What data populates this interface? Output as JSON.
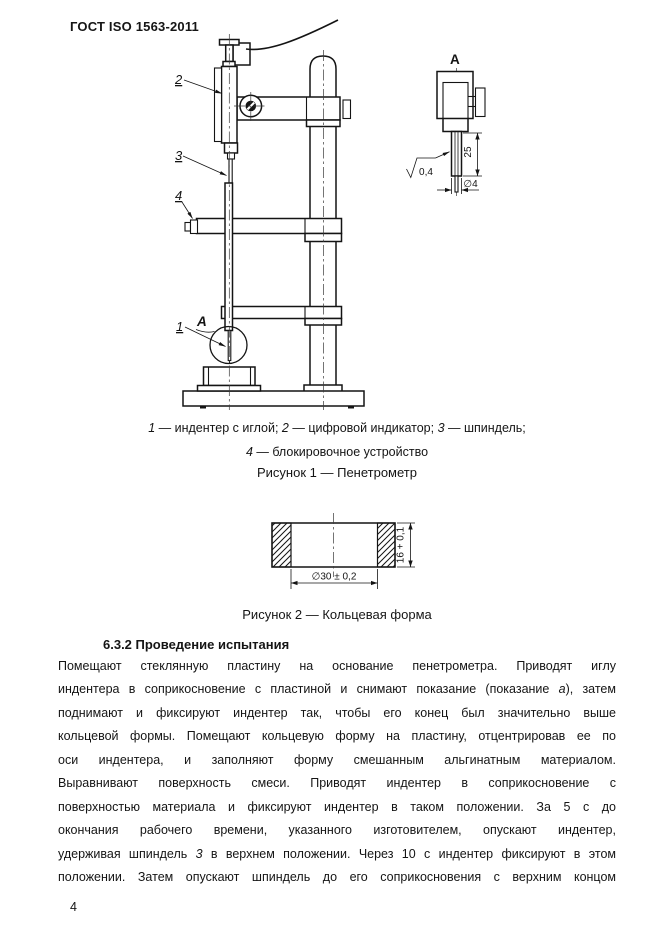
{
  "header": {
    "title": "ГОСТ ISO 1563-2011"
  },
  "figure1": {
    "callouts": {
      "c1": "1",
      "c2": "2",
      "c3": "3",
      "c4": "4",
      "detail_mark": "A"
    },
    "detail_view": {
      "label": "A",
      "dim_height": "25",
      "dim_diameter": "∅4",
      "roughness": "0,4"
    },
    "caption_lines": [
      [
        {
          "t": "1",
          "i": true
        },
        {
          "t": " — индентер с иглой; "
        },
        {
          "t": "2",
          "i": true
        },
        {
          "t": " — цифровой индикатор; "
        },
        {
          "t": "3",
          "i": true
        },
        {
          "t": " — шпиндель;"
        }
      ],
      [
        {
          "t": "4",
          "i": true
        },
        {
          "t": " — блокировочное устройство"
        }
      ]
    ],
    "title": "Рисунок 1 — Пенетрометр"
  },
  "figure2": {
    "dim_diameter": "∅30 ± 0,2",
    "dim_height": "16 + 0,1",
    "title": "Рисунок 2 — Кольцевая форма"
  },
  "section": {
    "heading": "6.3.2 Проведение испытания",
    "paragraph_lines": [
      [
        {
          "t": "Помещают стеклянную пластину на основание пенетрометра. Приводят иглу"
        }
      ],
      [
        {
          "t": "индентера в соприкосновение с пластиной и снимают показание (показание "
        },
        {
          "t": "а",
          "i": true
        },
        {
          "t": "), затем"
        }
      ],
      [
        {
          "t": "поднимают и фиксируют индентер так, чтобы его конец был значительно выше"
        }
      ],
      [
        {
          "t": "кольцевой формы. Помещают кольцевую форму на пластину, отцентрировав ее по"
        }
      ],
      [
        {
          "t": "оси индентера, и заполняют форму смешанным альгинатным материалом."
        }
      ],
      [
        {
          "t": "Выравнивают поверхность смеси. Приводят индентер в соприкосновение с"
        }
      ],
      [
        {
          "t": "поверхностью материала и фиксируют индентер в таком положении. За 5 с до"
        }
      ],
      [
        {
          "t": "окончания рабочего времени, указанного изготовителем, опускают индентер,"
        }
      ],
      [
        {
          "t": "удерживая шпиндель "
        },
        {
          "t": "3",
          "i": true
        },
        {
          "t": " в верхнем положении. Через 10 с индентер фиксируют в этом"
        }
      ],
      [
        {
          "t": "положении. Затем опускают шпиндель до его соприкосновения с верхним концом"
        }
      ]
    ]
  },
  "footer": {
    "page_number": "4"
  }
}
